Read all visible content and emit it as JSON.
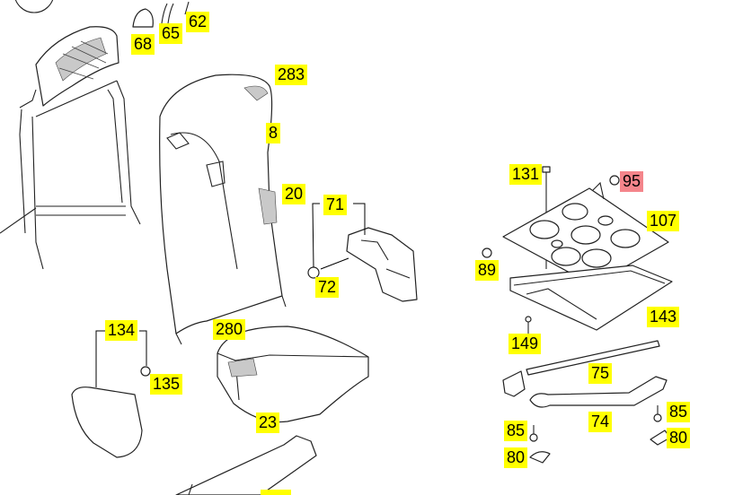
{
  "colors": {
    "callout": "#ffff00",
    "callout_highlight": "#f4858b"
  },
  "highlighted": "95",
  "callouts": [
    "62",
    "65",
    "68",
    "283",
    "8",
    "20",
    "71",
    "72",
    "134",
    "135",
    "280",
    "23",
    "131",
    "95",
    "107",
    "89",
    "143",
    "149",
    "75",
    "74",
    "85",
    "80",
    ""
  ]
}
